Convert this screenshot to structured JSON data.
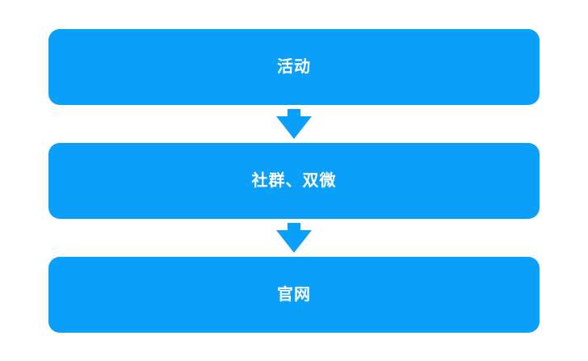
{
  "diagram": {
    "type": "vertical-flowchart",
    "background_color": "#ffffff",
    "node_fill_color": "#0a9ff8",
    "node_text_color": "#ffffff",
    "arrow_color": "#0a9ff8",
    "nodes": [
      {
        "id": "node-1",
        "label": "活动"
      },
      {
        "id": "node-2",
        "label": "社群、双微"
      },
      {
        "id": "node-3",
        "label": "官网"
      }
    ],
    "connectors": [
      {
        "from": "node-1",
        "to": "node-2",
        "shape": "arrow-down"
      },
      {
        "from": "node-2",
        "to": "node-3",
        "shape": "arrow-down"
      }
    ]
  }
}
